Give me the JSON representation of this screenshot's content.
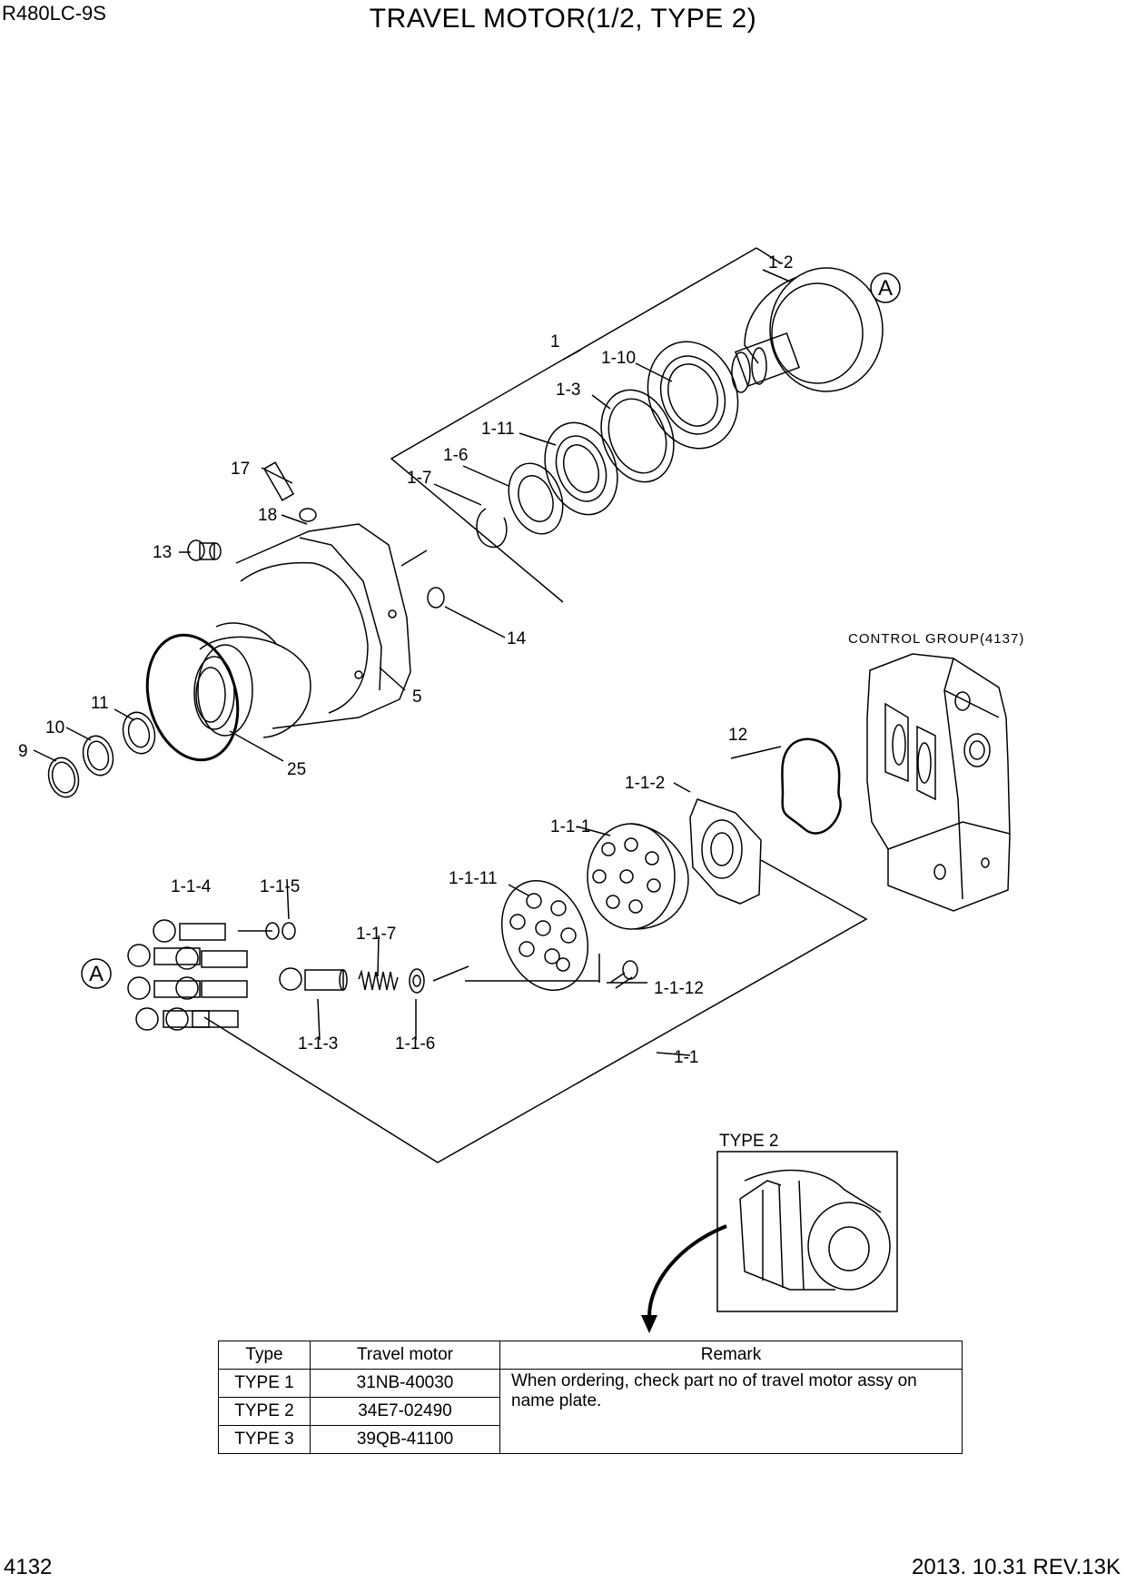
{
  "header": {
    "model": "R480LC-9S",
    "title": "TRAVEL MOTOR(1/2, TYPE 2)"
  },
  "footer": {
    "page_number": "4132",
    "revision": "2013. 10.31  REV.13K"
  },
  "callouts": {
    "p1": "1",
    "p1_2": "1-2",
    "p1_10": "1-10",
    "p1_3": "1-3",
    "p1_11": "1-11",
    "p1_6": "1-6",
    "p1_7": "1-7",
    "p17": "17",
    "p18": "18",
    "p13": "13",
    "p14": "14",
    "p5": "5",
    "p11": "11",
    "p10": "10",
    "p9": "9",
    "p25": "25",
    "p12": "12",
    "p1_1_2": "1-1-2",
    "p1_1_1": "1-1-1",
    "p1_1_11": "1-1-11",
    "p1_1_4": "1-1-4",
    "p1_1_5": "1-1-5",
    "p1_1_7": "1-1-7",
    "p1_1_3": "1-1-3",
    "p1_1_6": "1-1-6",
    "p1_1_12": "1-1-12",
    "p1_1": "1-1"
  },
  "view_markers": {
    "a_top": "A",
    "a_left": "A"
  },
  "control_group_label": "CONTROL GROUP(4137)",
  "inset": {
    "label": "TYPE 2"
  },
  "type_table": {
    "headers": [
      "Type",
      "Travel motor",
      "Remark"
    ],
    "rows": [
      {
        "type": "TYPE 1",
        "motor": "31NB-40030"
      },
      {
        "type": "TYPE 2",
        "motor": "34E7-02490"
      },
      {
        "type": "TYPE 3",
        "motor": "39QB-41100"
      }
    ],
    "remark": "When ordering, check part no of travel motor assy on name plate."
  }
}
